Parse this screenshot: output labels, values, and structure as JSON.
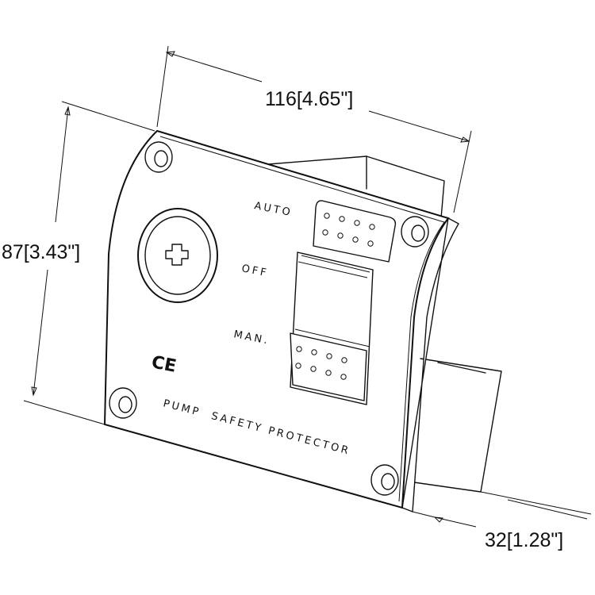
{
  "dimensions": {
    "width": "116[4.65\"]",
    "height": "87[3.43\"]",
    "depth": "32[1.28\"]"
  },
  "switch_positions": {
    "auto": "AUTO",
    "off": "OFF",
    "manual": "MAN."
  },
  "marking": "CE",
  "product_label": "PUMP  SAFETY PROTECTOR",
  "fuse_symbol": "+"
}
